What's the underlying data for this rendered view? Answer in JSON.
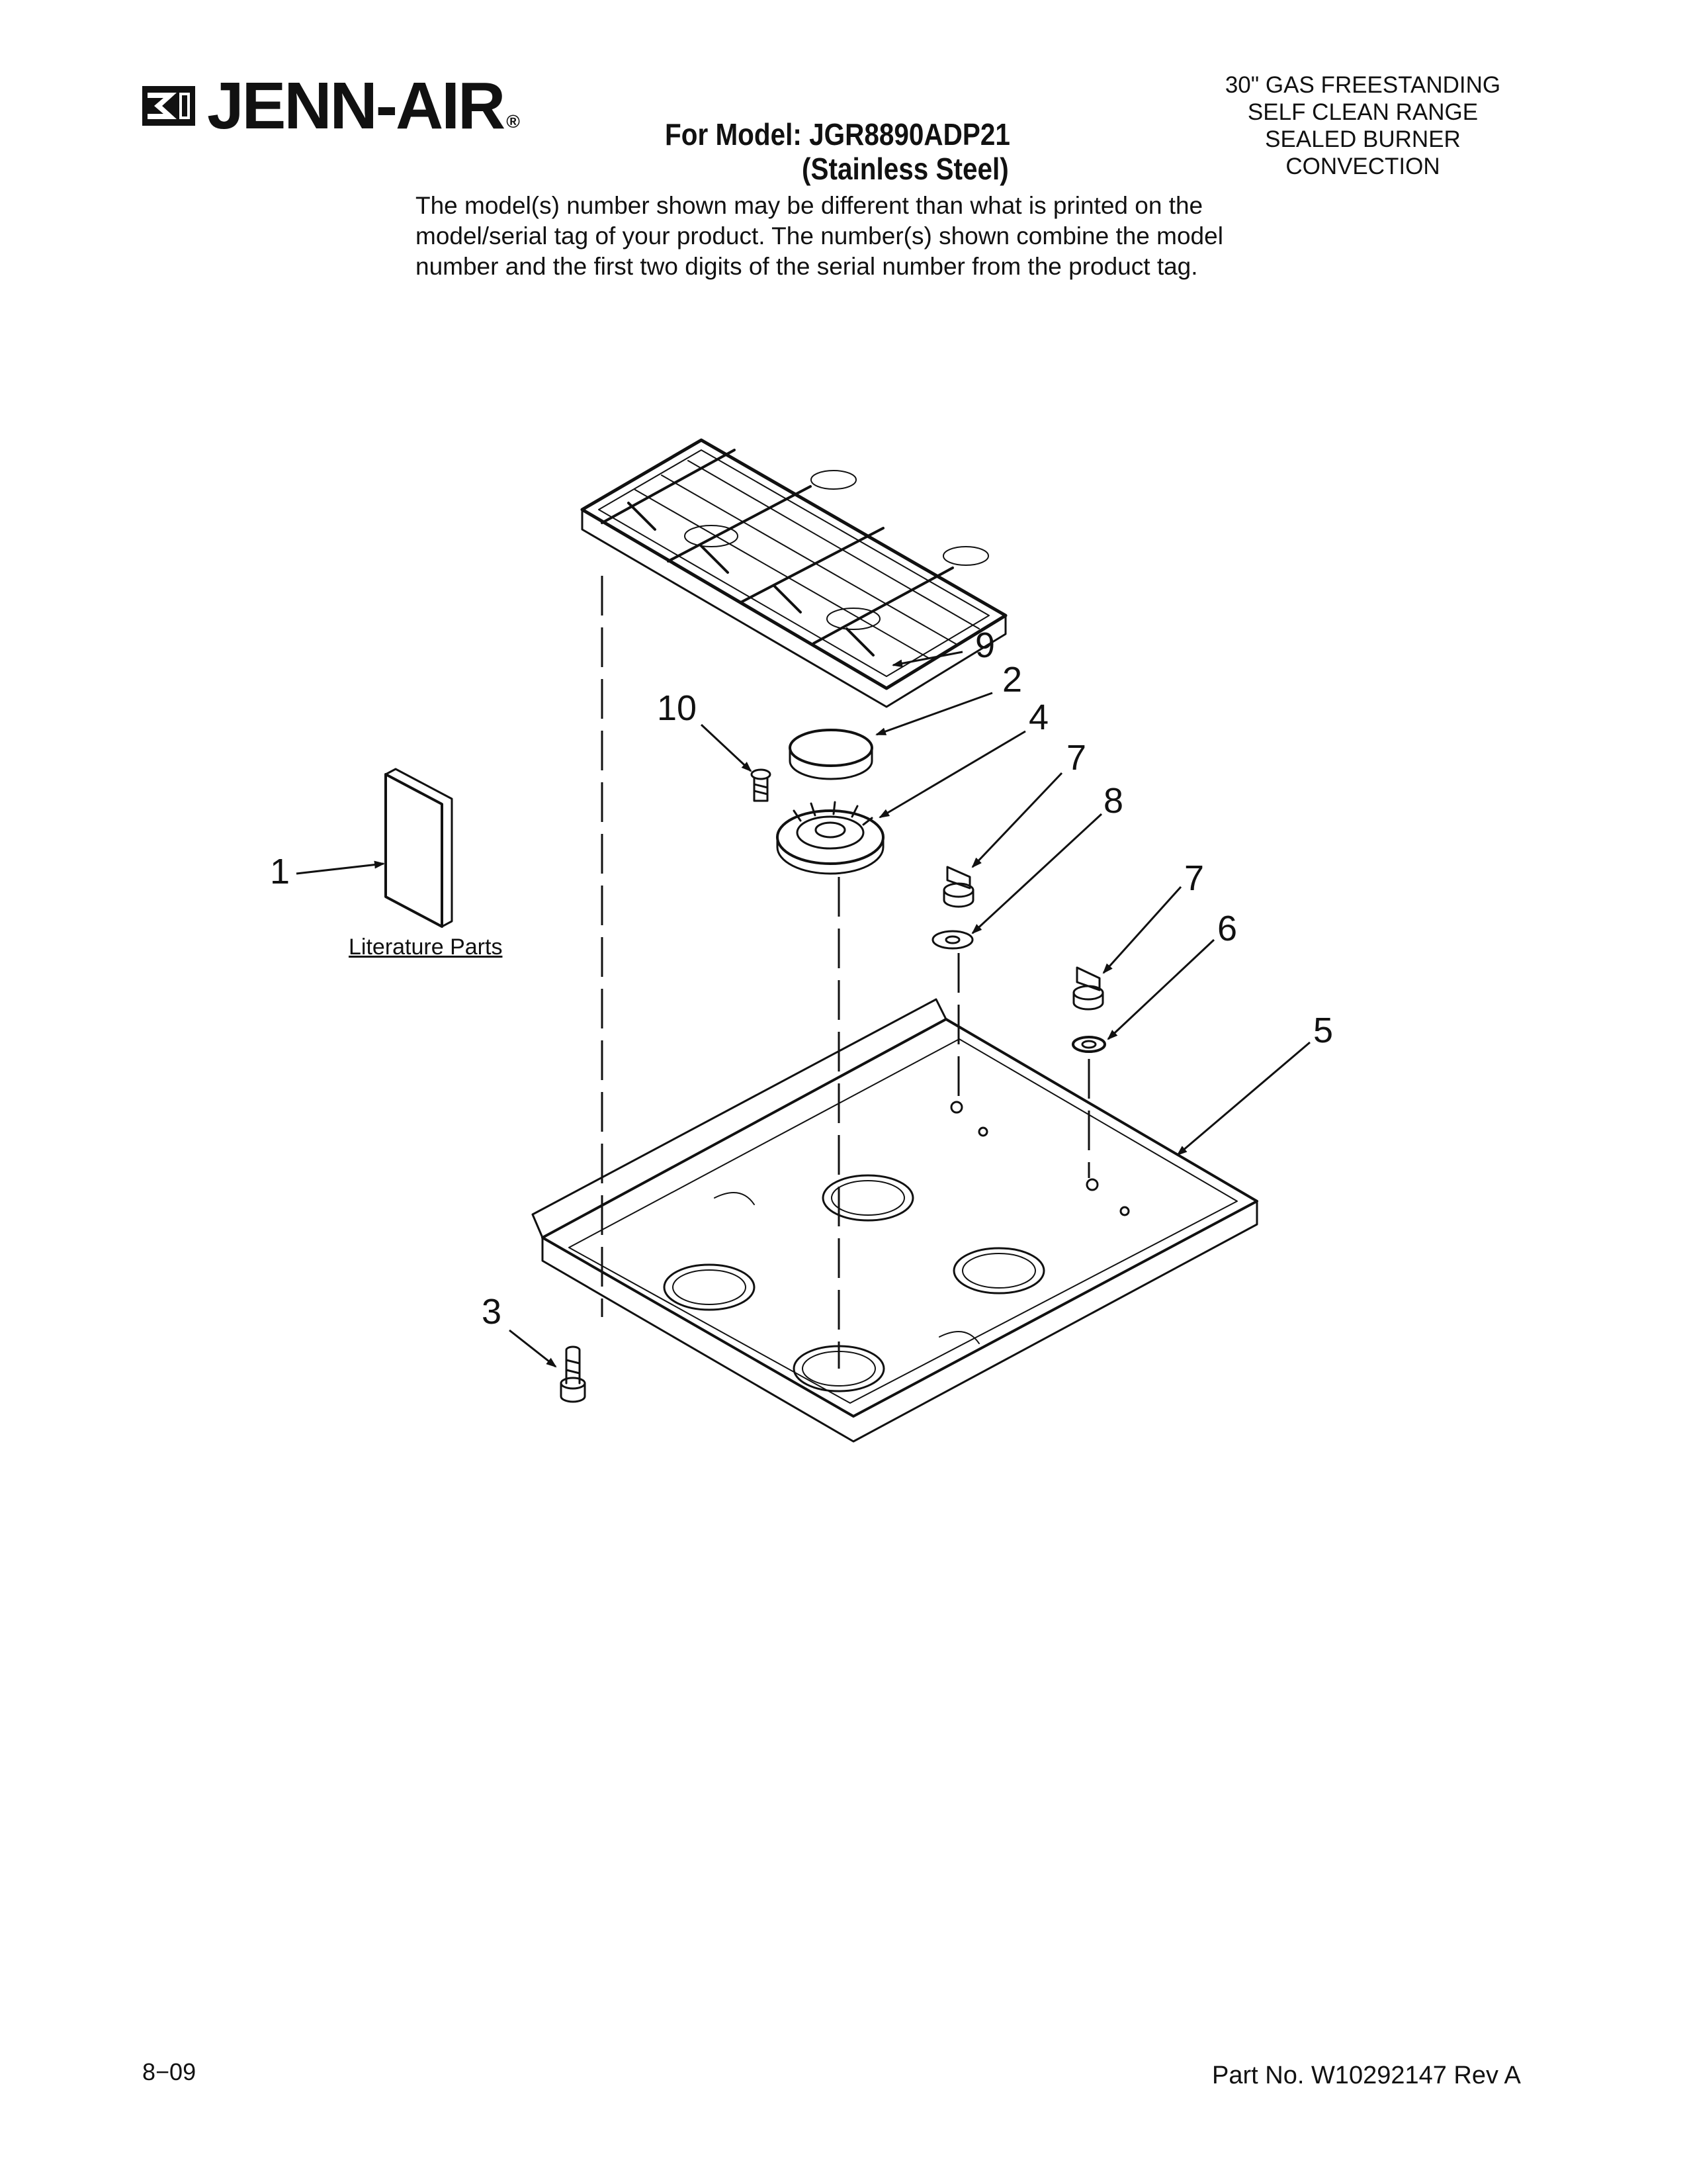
{
  "brand": {
    "name": "JENN-AIR",
    "reg_mark": "®"
  },
  "header": {
    "model_line": "For Model: JGR8890ADP21",
    "finish_line": "(Stainless Steel)",
    "product_type": [
      "30\" GAS FREESTANDING",
      "SELF CLEAN RANGE",
      "SEALED BURNER",
      "CONVECTION"
    ],
    "disclaimer": [
      "The model(s) number shown may be different than what is printed on the",
      "model/serial tag of your product. The number(s) shown combine the model",
      "number and the first two digits of the serial number from the product tag."
    ]
  },
  "diagram": {
    "literature_label": "Literature Parts",
    "callouts": {
      "c1": "1",
      "c2": "2",
      "c3": "3",
      "c4": "4",
      "c5": "5",
      "c6": "6",
      "c7a": "7",
      "c7b": "7",
      "c8": "8",
      "c9": "9",
      "c10": "10"
    }
  },
  "footer": {
    "date": "8−09",
    "part_number": "Part No. W10292147 Rev A"
  }
}
